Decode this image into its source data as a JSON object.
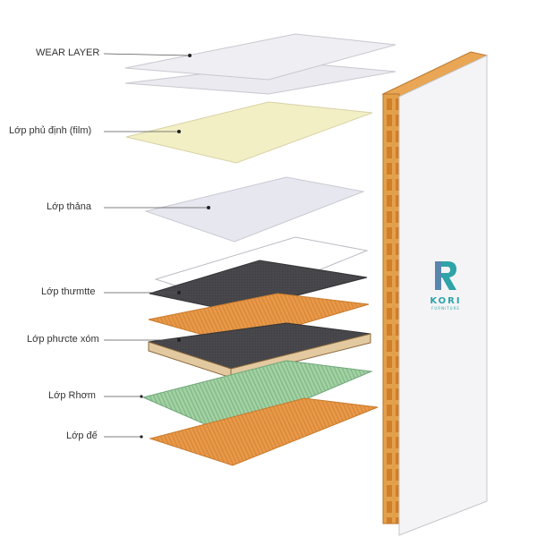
{
  "labels": {
    "wear": "WEAR LAYER",
    "film": "Lớp phủ định (film)",
    "tha": "Lớp thảna",
    "thu": "Lớp thưmtte",
    "phu": "Lớp phưcte xóm",
    "rhom": "Lớp Rhơm",
    "de": "Lớp đế"
  },
  "logo": {
    "word": "KORI",
    "sub": "FURNITURE"
  },
  "colors": {
    "wear": "#ededf2",
    "film": "#f3efc5",
    "tha": "#e6e6ee",
    "dark": "#444448",
    "orange": "#e89a46",
    "green": "#9ecf9e",
    "panel_edge": "#e3a04a"
  }
}
